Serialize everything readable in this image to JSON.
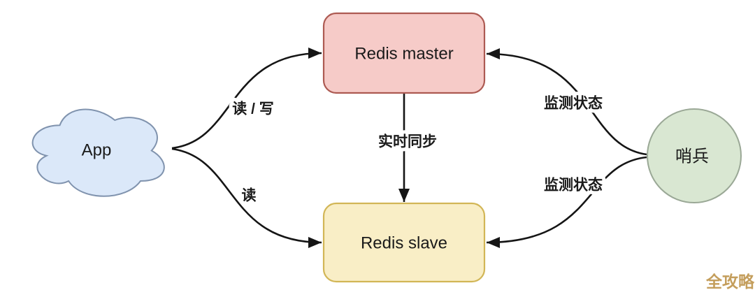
{
  "diagram": {
    "type": "architecture-flowchart",
    "topic": "Redis master-slave replication with sentinel",
    "nodes": {
      "app": {
        "label": "App",
        "shape": "cloud"
      },
      "master": {
        "label": "Redis master",
        "shape": "rounded-rect"
      },
      "slave": {
        "label": "Redis slave",
        "shape": "rounded-rect"
      },
      "sentinel": {
        "label": "哨兵",
        "shape": "circle"
      }
    },
    "edges": {
      "app_to_master": {
        "from": "app",
        "to": "master",
        "label": "读 / 写"
      },
      "app_to_slave": {
        "from": "app",
        "to": "slave",
        "label": "读"
      },
      "master_to_slave": {
        "from": "master",
        "to": "slave",
        "label": "实时同步"
      },
      "sentinel_to_master": {
        "from": "sentinel",
        "to": "master",
        "label": "监测状态"
      },
      "sentinel_to_slave": {
        "from": "sentinel",
        "to": "slave",
        "label": "监测状态"
      }
    },
    "watermark": {
      "text": "全攻略"
    }
  },
  "colors": {
    "background": "#ffffff",
    "app-fill": "#dbe8f9",
    "app-stroke": "#8093ae",
    "master-fill": "#f6cbc8",
    "master-stroke": "#ad5a52",
    "slave-fill": "#f9eec6",
    "slave-stroke": "#d2b656",
    "sentinel-fill": "#d9e7d2",
    "sentinel-stroke": "#9aa896",
    "edge-stroke": "#151515",
    "label-text": "#1a1a1a",
    "watermark-text": "#c49e5c"
  }
}
